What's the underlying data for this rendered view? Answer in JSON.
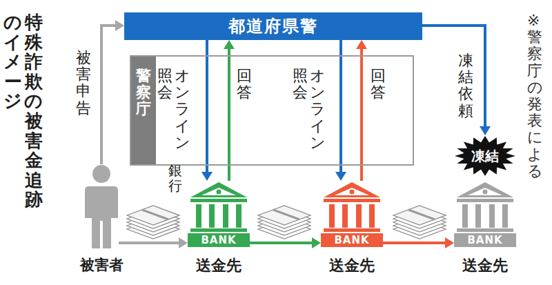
{
  "diagram": {
    "title": "特殊詐欺の被害金追跡のイメージ",
    "nodes": [
      {
        "text": [
          "都道府県警"
        ]
      },
      {
        "text": [
          "警察庁"
        ]
      },
      {
        "text": [
          "被害者"
        ]
      },
      {
        "text": [
          "銀行",
          "BANK",
          "送金先"
        ]
      },
      {
        "text": [
          "BANK",
          "送金先"
        ]
      },
      {
        "text": [
          "凍結",
          "BANK",
          "送金先"
        ]
      }
    ],
    "edges": [
      {
        "from": 2,
        "to": 0,
        "label": "被害申告",
        "arrow": "to"
      },
      {
        "from": 0,
        "to": 3,
        "label": "オンライン照会",
        "arrow": "to"
      },
      {
        "from": 3,
        "to": 0,
        "label": "回答",
        "arrow": "to"
      },
      {
        "from": 0,
        "to": 4,
        "label": "オンライン照会",
        "arrow": "to"
      },
      {
        "from": 4,
        "to": 0,
        "label": "回答",
        "arrow": "to"
      },
      {
        "from": 0,
        "to": 5,
        "label": "凍結依頼",
        "arrow": "to"
      },
      {
        "from": 2,
        "to": 3,
        "arrow": "to"
      },
      {
        "from": 3,
        "to": 4,
        "arrow": "to"
      },
      {
        "from": 4,
        "to": 5,
        "arrow": "to"
      }
    ],
    "labels": [
      "※警察庁の発表による"
    ]
  }
}
